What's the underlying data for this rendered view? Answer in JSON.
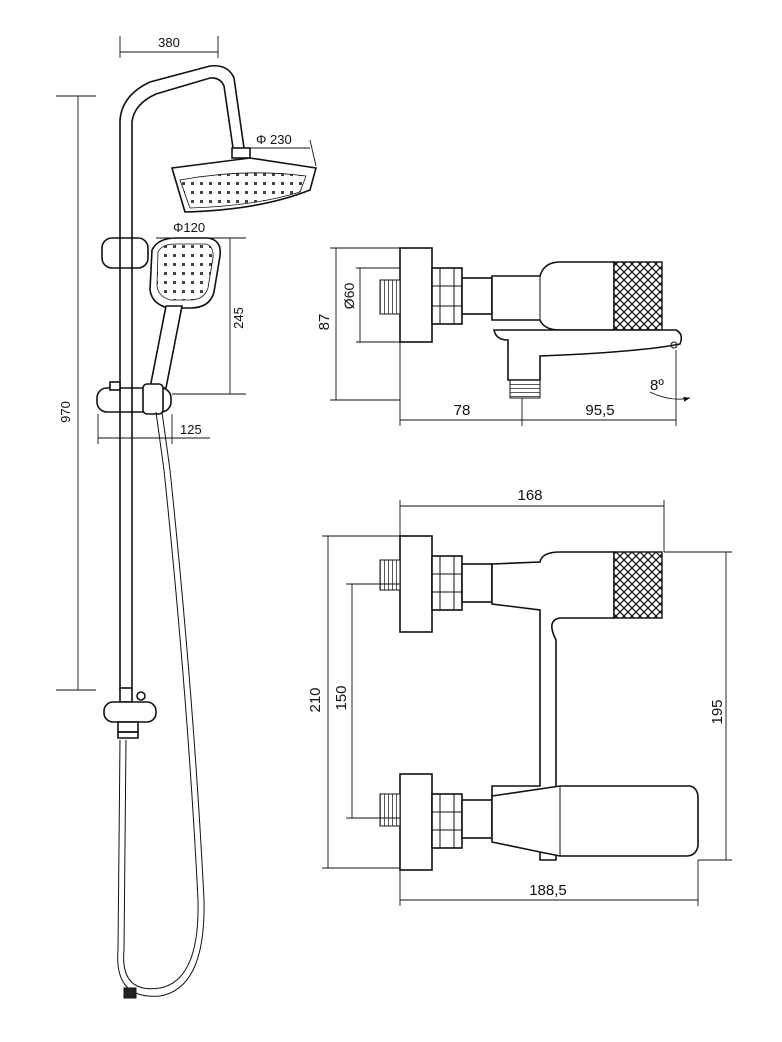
{
  "dimensions": {
    "rain_arm_projection": "380",
    "rain_head_diameter": "Φ 230",
    "hand_shower_diameter": "Φ120",
    "hand_shower_height": "245",
    "column_height": "970",
    "slider_projection": "125",
    "flange_diameter": "Ø60",
    "mixer_height_side": "87",
    "mixer_depth_wall": "78",
    "spout_projection": "95,5",
    "spout_angle": "8º",
    "body_width_top": "168",
    "overall_height": "210",
    "inlet_centres": "150",
    "body_height": "195",
    "overall_width": "188,5"
  }
}
